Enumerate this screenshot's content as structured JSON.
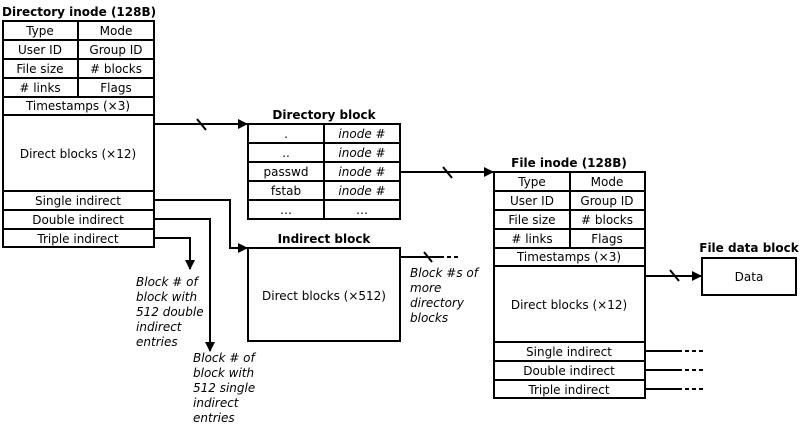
{
  "dir_inode": {
    "title": "Directory inode (128B)",
    "type": "Type",
    "mode": "Mode",
    "user_id": "User ID",
    "group_id": "Group ID",
    "file_size": "File size",
    "blocks": "# blocks",
    "links": "# links",
    "flags": "Flags",
    "timestamps": "Timestamps (×3)",
    "direct": "Direct blocks (×12)",
    "single": "Single indirect",
    "double": "Double indirect",
    "triple": "Triple indirect"
  },
  "dir_block": {
    "title": "Directory block",
    "rows": [
      {
        "name": ".",
        "inode": "inode #"
      },
      {
        "name": "..",
        "inode": "inode #"
      },
      {
        "name": "passwd",
        "inode": "inode #"
      },
      {
        "name": "fstab",
        "inode": "inode #"
      },
      {
        "name": "…",
        "inode": "…"
      }
    ]
  },
  "indirect_block": {
    "title": "Indirect block",
    "direct": "Direct blocks (×512)"
  },
  "file_inode": {
    "title": "File inode (128B)",
    "type": "Type",
    "mode": "Mode",
    "user_id": "User ID",
    "group_id": "Group ID",
    "file_size": "File size",
    "blocks": "# blocks",
    "links": "# links",
    "flags": "Flags",
    "timestamps": "Timestamps (×3)",
    "direct": "Direct blocks (×12)",
    "single": "Single indirect",
    "double": "Double indirect",
    "triple": "Triple indirect"
  },
  "file_data": {
    "title": "File data block",
    "label": "Data"
  },
  "notes": {
    "double_note": [
      "Block # of",
      "block with",
      "512 double",
      "indirect",
      "entries"
    ],
    "single_note": [
      "Block # of",
      "block with",
      "512 single",
      "indirect",
      "entries"
    ],
    "more_blocks": [
      "Block #s of",
      "more",
      "directory",
      "blocks"
    ]
  }
}
